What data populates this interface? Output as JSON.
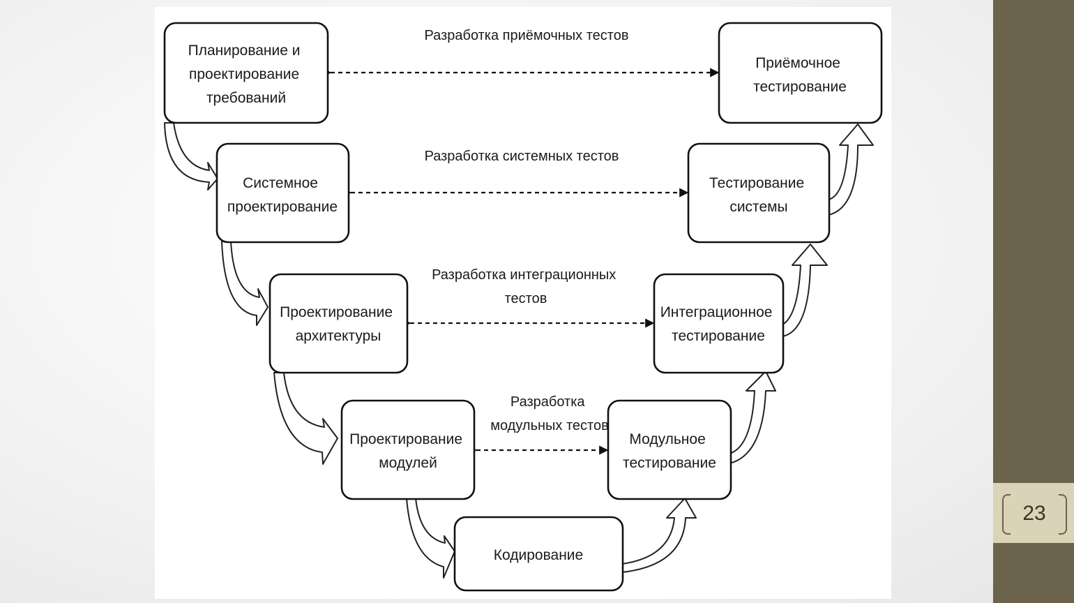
{
  "diagram": {
    "boxes": {
      "requirements": [
        "Планирование и",
        "проектирование",
        "требований"
      ],
      "system_design": [
        "Системное",
        "проектирование"
      ],
      "architecture": [
        "Проектирование",
        "архитектуры"
      ],
      "module_design": [
        "Проектирование",
        "модулей"
      ],
      "coding": [
        "Кодирование"
      ],
      "unit_testing": [
        "Модульное",
        "тестирование"
      ],
      "integration_testing": [
        "Интеграционное",
        "тестирование"
      ],
      "system_testing": [
        "Тестирование",
        "системы"
      ],
      "acceptance_testing": [
        "Приёмочное",
        "тестирование"
      ]
    },
    "links": {
      "acceptance_tests": [
        "Разработка приёмочных тестов"
      ],
      "system_tests": [
        "Разработка системных тестов"
      ],
      "integration_tests": [
        "Разработка интеграционных",
        "тестов"
      ],
      "unit_tests": [
        "Разработка",
        "модульных тестов"
      ]
    }
  },
  "slide": {
    "page_number": "23",
    "accent_color": "#6b634b",
    "badge_color": "#d9d3b7"
  }
}
